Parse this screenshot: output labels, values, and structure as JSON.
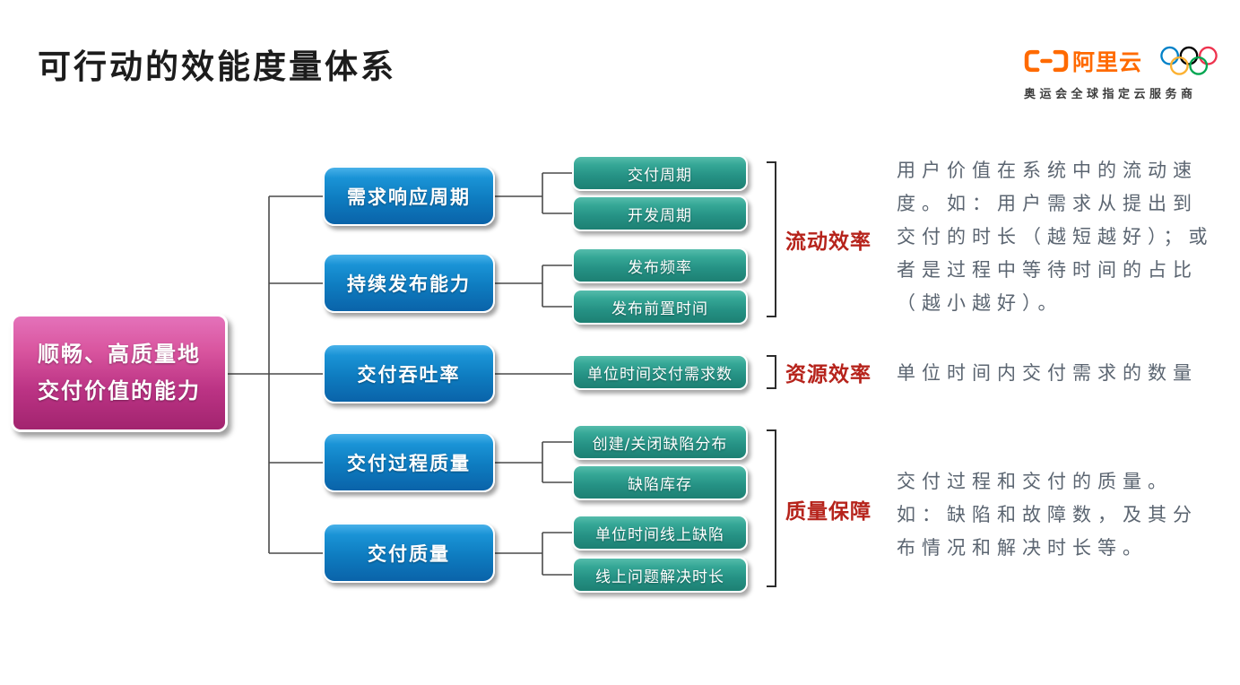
{
  "page": {
    "title": "可行动的效能度量体系"
  },
  "brand": {
    "name": "阿里云",
    "tagline": "奥运会全球指定云服务商",
    "logo_color": "#FF6A00",
    "ring_colors": [
      "#0081C8",
      "#000000",
      "#EE334E",
      "#FCB131",
      "#00A651"
    ]
  },
  "diagram": {
    "root": {
      "line1": "顺畅、高质量地",
      "line2": "交付价值的能力"
    },
    "capabilities": [
      {
        "label": "需求响应周期",
        "metrics": [
          "交付周期",
          "开发周期"
        ]
      },
      {
        "label": "持续发布能力",
        "metrics": [
          "发布频率",
          "发布前置时间"
        ]
      },
      {
        "label": "交付吞吐率",
        "metrics": [
          "单位时间交付需求数"
        ]
      },
      {
        "label": "交付过程质量",
        "metrics": [
          "创建/关闭缺陷分布",
          "缺陷库存"
        ]
      },
      {
        "label": "交付质量",
        "metrics": [
          "单位时间线上缺陷",
          "线上问题解决时长"
        ]
      }
    ],
    "categories": [
      {
        "label": "流动效率",
        "description": "用户价值在系统中的流动速度。如：用户需求从提出到交付的时长（越短越好）；或者是过程中等待时间的占比（越小越好）。"
      },
      {
        "label": "资源效率",
        "description": "单位时间内交付需求的数量"
      },
      {
        "label": "质量保障",
        "description": "交付过程和交付的质量。如：缺陷和故障数，及其分布情况和解决时长等。"
      }
    ],
    "colors": {
      "root_box": "#b82a7c",
      "capability_box": "#0f7cc0",
      "metric_box": "#2a9b8a",
      "category_label": "#b6231b",
      "description_text": "#5b6571",
      "connector": "#4a4a4a"
    }
  }
}
